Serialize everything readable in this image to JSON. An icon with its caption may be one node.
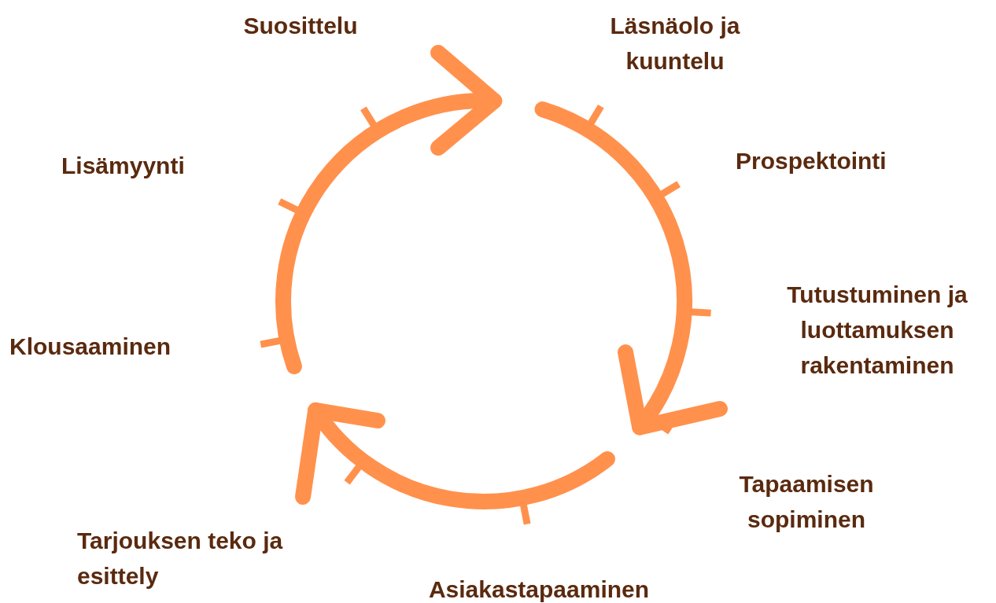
{
  "diagram": {
    "labels": [
      "Läsnäolo ja kuuntelu",
      "Prospektointi",
      "Tutustuminen ja luottamuksen rakentaminen",
      "Tapaamisen sopiminen",
      "Asiakastapaaminen",
      "Tarjouksen teko ja esittely",
      "Klousaaminen",
      "Lisämyynti",
      "Suosittelu"
    ]
  }
}
